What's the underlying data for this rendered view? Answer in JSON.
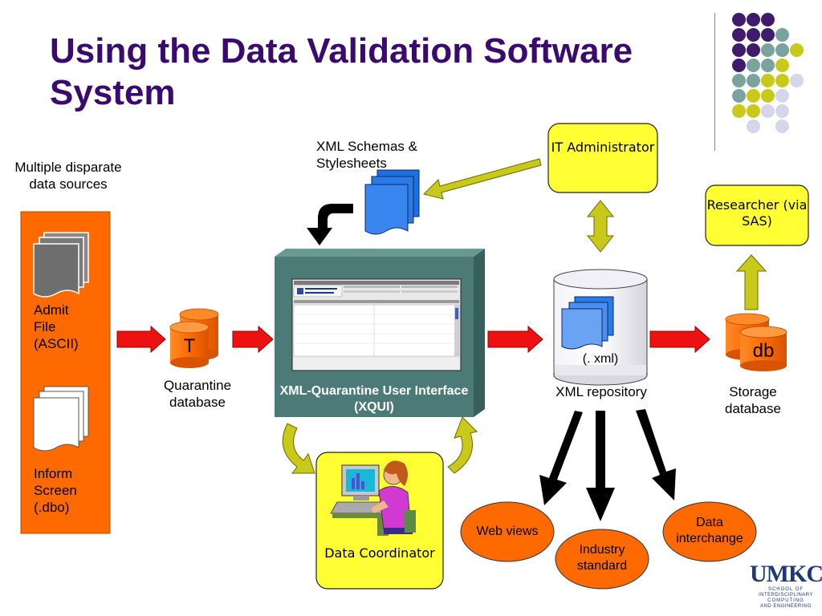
{
  "title": "Using the Data Validation Software System",
  "sources_label": "Multiple disparate data sources",
  "admit_file_label": "Admit File (ASCII)",
  "inform_screen_label": "Inform Screen (.dbo)",
  "quarantine_db_letter": "T",
  "quarantine_db_label": "Quarantine database",
  "schemas_label": "XML Schemas & Stylesheets",
  "xqui_label": "XML-Quarantine User Interface (XQUI)",
  "data_coordinator_label": "Data Coordinator",
  "it_admin_label": "IT Administrator",
  "xml_repo_inner": "(. xml)",
  "xml_repo_label": "XML repository",
  "researcher_label": "Researcher (via SAS)",
  "storage_db_letter": "db",
  "storage_db_label": "Storage database",
  "outputs": {
    "web_views": "Web views",
    "industry_standard": "Industry standard",
    "data_interchange": "Data interchange"
  },
  "logo": {
    "name": "UMKC",
    "sub1": "SCHOOL OF",
    "sub2": "INTERDISCIPLINARY",
    "sub3": "COMPUTING",
    "sub4": "AND ENGINEERING"
  },
  "colors": {
    "title": "#3b0a6e",
    "orange": "#ff6a00",
    "yellow_box": "#ffff33",
    "red_arrow": "#ee1111",
    "olive_arrow": "#bdbd17",
    "teal_box": "#4c7a76",
    "doc_blue": "#1f6fe0",
    "dot_purple": "#3e1b6b",
    "dot_teal": "#7aa39e",
    "dot_yellow": "#c9c91c",
    "dot_lavender": "#d6d6ea"
  }
}
